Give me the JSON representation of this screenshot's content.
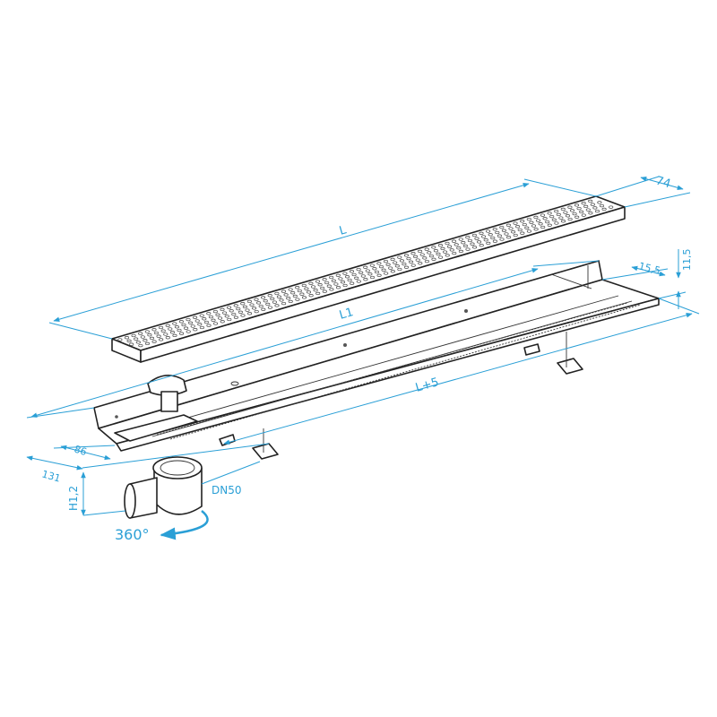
{
  "diagram": {
    "labels": {
      "grate_length": "L",
      "grate_width": "74",
      "channel_length": "L1",
      "overall_length": "L+5",
      "flange_width": "15,5",
      "flange_height": "11,5",
      "channel_width": "86",
      "outer_width": "131",
      "height": "H1,2",
      "outlet": "DN50",
      "rotation": "360°"
    },
    "colors": {
      "dimension": "#2a9fd6",
      "outline": "#222222"
    }
  }
}
